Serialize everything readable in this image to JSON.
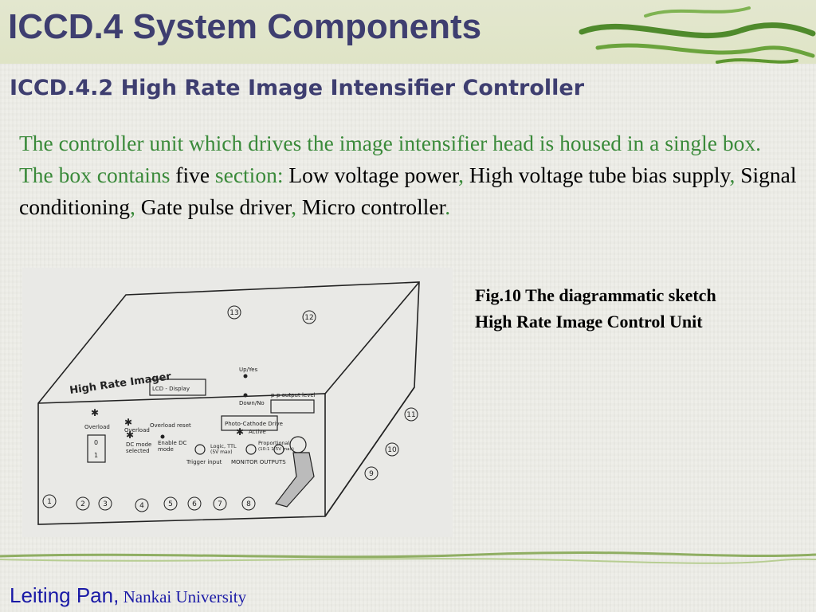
{
  "slide": {
    "title": "ICCD.4 System Components",
    "subtitle": "ICCD.4.2 High Rate Image Intensifier Controller",
    "body": {
      "p1": "The controller unit which drives the image intensifier head is housed in a single box. The box contains",
      "p2": " five ",
      "p3": "section:",
      "p4": " Low voltage power",
      "p5": ",",
      "p6": " High voltage tube bias supply",
      "p7": ",",
      "p8": " Signal conditioning",
      "p9": ",",
      "p10": " Gate pulse driver",
      "p11": ",",
      "p12": " Micro controller",
      "p13": "."
    },
    "figure": {
      "caption": "Fig.10 The diagrammatic sketch High Rate Image Control Unit",
      "labels": {
        "device_name": "High Rate Imager",
        "lcd": "LCD - Display",
        "up": "Up/Yes",
        "down": "Down/No",
        "pp_output": "p-p output level",
        "photo_cathode": "Photo-Cathode Drive",
        "active": "Active",
        "overload": "Overload",
        "overload2": "Overload",
        "overload_reset": "Overload reset",
        "dc_mode": "DC mode",
        "selected": "selected",
        "enable_dc": "Enable DC",
        "mode": "mode",
        "logic": "Logic, TTL",
        "logic_sub": "(5V max)",
        "proportional": "Proportional",
        "proportional_sub": "(10:1 1-5V max)",
        "trigger_input": "Trigger input",
        "monitor_outputs": "MONITOR OUTPUTS",
        "switch_on": "0",
        "switch_off": "1",
        "callouts": [
          "1",
          "2",
          "3",
          "4",
          "5",
          "6",
          "7",
          "8",
          "9",
          "10",
          "11",
          "12",
          "13"
        ]
      }
    },
    "footer": {
      "author": "Leiting Pan",
      "separator": ",",
      "affiliation": " Nankai University"
    }
  },
  "colors": {
    "title": "#3e3e70",
    "green_text": "#3a8a3a",
    "footer_text": "#1a1aa6",
    "leaf_green": "#4f8a2c"
  }
}
